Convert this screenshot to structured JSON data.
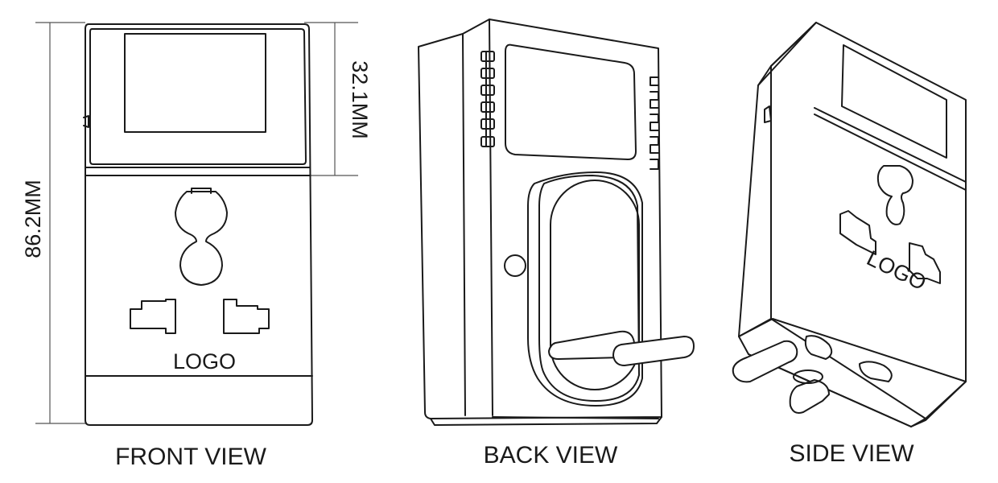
{
  "views": {
    "front": {
      "label": "FRONT VIEW",
      "logo": "LOGO"
    },
    "back": {
      "label": "BACK VIEW"
    },
    "side": {
      "label": "SIDE VIEW",
      "logo": "LOGO"
    }
  },
  "dimensions": {
    "height_total": "86.2MM",
    "height_display": "32.1MM"
  }
}
